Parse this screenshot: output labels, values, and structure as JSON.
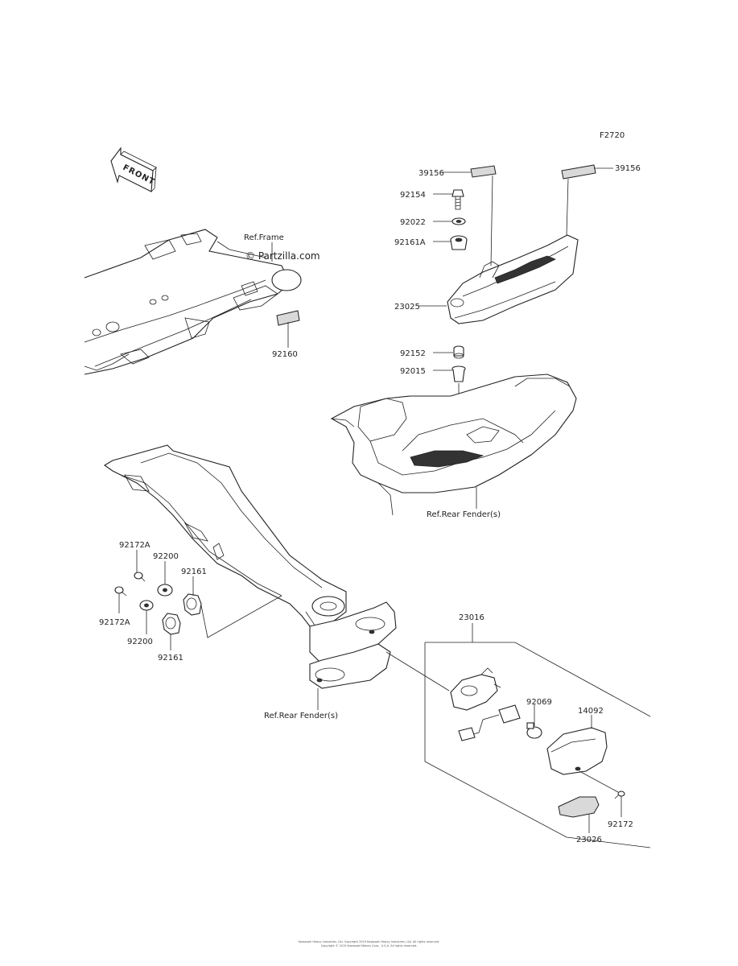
{
  "page": {
    "figure_code": "F2720",
    "watermark": "© Partzilla.com",
    "front_label": "FRONT",
    "footer": [
      "Kawasaki Heavy Industries, Ltd. Copyright 2019 Kawasaki Heavy Industries, Ltd. All rights reserved.",
      "Copyright © 2019 Kawasaki Motors Corp., U.S.A. All rights reserved."
    ]
  },
  "references": {
    "frame": "Ref.Frame",
    "rear_fender_upper": "Ref.Rear Fender(s)",
    "rear_fender_lower": "Ref.Rear Fender(s)"
  },
  "parts": {
    "p39156_left": "39156",
    "p39156_right": "39156",
    "p92154": "92154",
    "p92022": "92022",
    "p92161a": "92161A",
    "p23025": "23025",
    "p92152": "92152",
    "p92015": "92015",
    "p92160": "92160",
    "p92172a_top": "92172A",
    "p92200_top": "92200",
    "p92161_top": "92161",
    "p92172a_bottom": "92172A",
    "p92200_bottom": "92200",
    "p92161_bottom": "92161",
    "p23016": "23016",
    "p92069": "92069",
    "p14092": "14092",
    "p92172": "92172",
    "p23026": "23026"
  }
}
